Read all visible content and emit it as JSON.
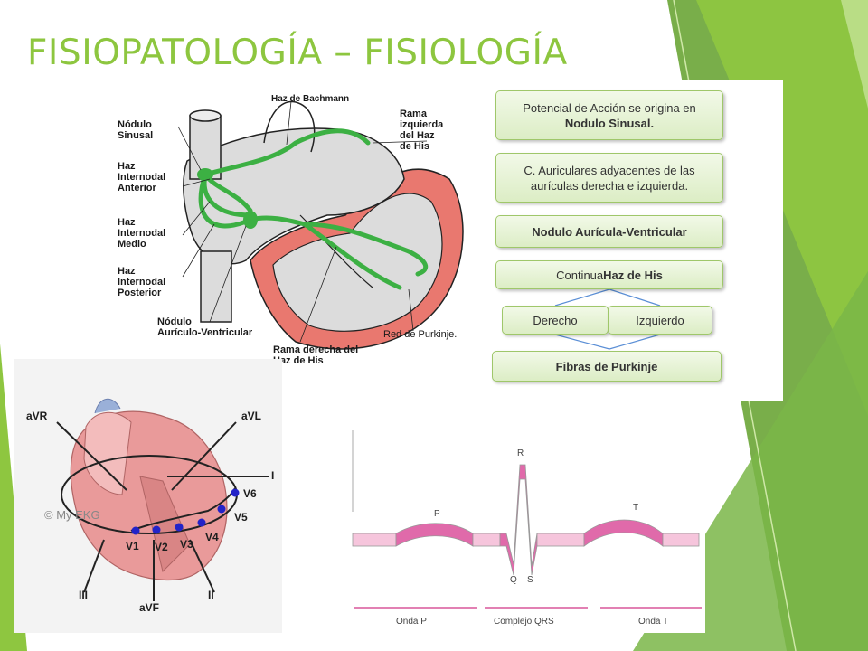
{
  "slide": {
    "title": "FISIOPATOLOGÍA – FISIOLOGÍA",
    "colors": {
      "title": "#8dc63f",
      "accent_green": "#7ab648",
      "conduction_path": "#3cb043",
      "myocardium": "#e9786f",
      "ecg_wave": "#e06aaa"
    }
  },
  "anatomy": {
    "labels": {
      "bachmann": "Haz de Bachmann",
      "nodulo_sinusal": "Nódulo\nSinusal",
      "haz_anterior": "Haz\nInternodal\nAnterior",
      "haz_medio": "Haz\nInternodal\nMedio",
      "haz_posterior": "Haz\nInternodal\nPosterior",
      "nodulo_av": "Nódulo\nAurículo-Ventricular",
      "rama_izquierda": "Rama\nizquierda\ndel Haz\nde His",
      "rama_derecha": "Rama derecha del\nHaz de His",
      "purkinje": "Red de Purkinje."
    }
  },
  "flowchart": {
    "step1_text": "Potencial de Acción se origina en ",
    "step1_bold": "Nodulo Sinusal.",
    "step2": "C. Auriculares adyacentes de las aurículas derecha e izquierda.",
    "step3": "Nodulo Aurícula-Ventricular",
    "step4_text": "Continua ",
    "step4_bold": "Haz de His",
    "branch_left": "Derecho",
    "branch_right": "Izquierdo",
    "step5": "Fibras de Purkinje"
  },
  "leads": {
    "avr": "aVR",
    "avl": "aVL",
    "i": "I",
    "iii": "III",
    "avf": "aVF",
    "ii": "II",
    "v1": "V1",
    "v2": "V2",
    "v3": "V3",
    "v4": "V4",
    "v5": "V5",
    "v6": "V6",
    "watermark": "© My EKG"
  },
  "ecg": {
    "p_label": "P",
    "r_label": "R",
    "q_label": "Q",
    "s_label": "S",
    "t_label": "T",
    "onda_p": "Onda P",
    "complejo_qrs": "Complejo QRS",
    "onda_t": "Onda T"
  }
}
